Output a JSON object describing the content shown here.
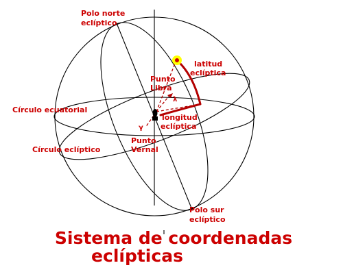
{
  "labels": {
    "polo_norte": [
      "Polo norte",
      "eclíptico"
    ],
    "latitud": [
      "latitud",
      "eclíptica"
    ],
    "punto_libra": [
      "Punto",
      "Libra"
    ],
    "circulo_ecuatorial": "Círculo ecuatorial",
    "longitud": [
      "longitud",
      "eclíptica"
    ],
    "circulo_ecliptico": "Círculo eclíptico",
    "punto_vernal": [
      "Punto",
      "Vernal"
    ],
    "polo_sur": [
      "Polo sur",
      "eclíptico"
    ]
  },
  "symbols": {
    "lambda": "λ",
    "aries": "γ"
  },
  "title": [
    "Sistema de coordenadas",
    "eclípticas"
  ],
  "colors": {
    "text": "#cc0000",
    "arc": "#b30000",
    "star_fill": "#ffff00",
    "lines": "#000000"
  },
  "icons": [
    "star-marker-icon",
    "earth-observer-icon"
  ]
}
